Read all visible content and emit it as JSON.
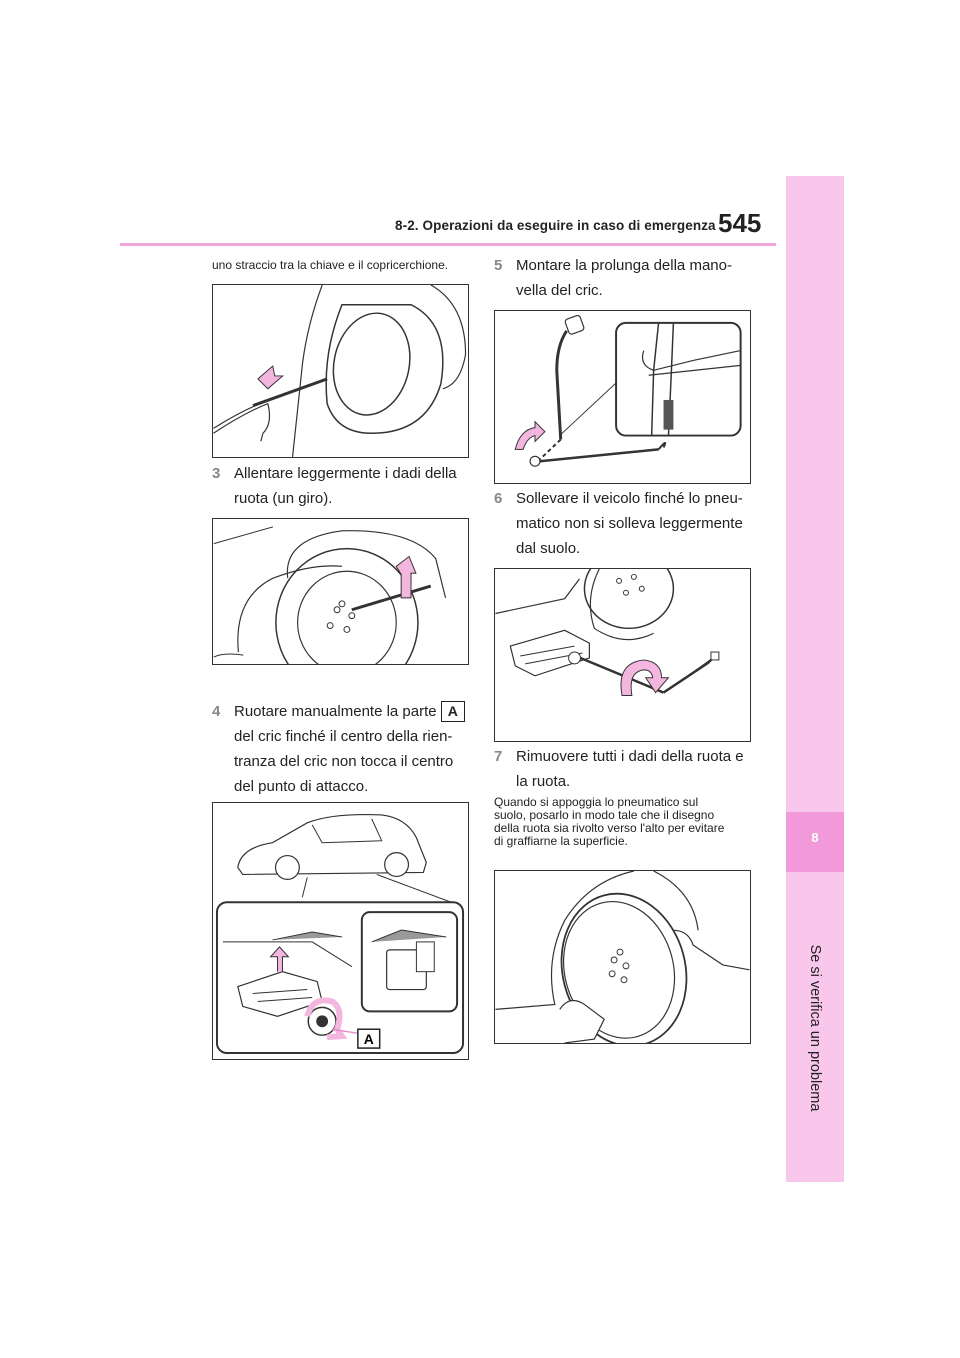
{
  "header": {
    "section_title": "8-2. Operazioni da eseguire in caso di emergenza",
    "page_number": "545"
  },
  "side_tab": {
    "chapter_number": "8",
    "chapter_title": "Se si verifica un problema"
  },
  "left_column": {
    "continuation_text": "uno straccio tra la chiave e il copricerchione.",
    "step3": {
      "number": "3",
      "lines": [
        "Allentare leggermente i dadi della",
        "ruota (un giro)."
      ]
    },
    "step4": {
      "number": "4",
      "lines": [
        "Ruotare manualmente la parte",
        "del cric finché il centro della rien-",
        "tranza del cric non tocca il centro",
        "del punto di attacco."
      ],
      "callout": "A"
    },
    "figure_callout": "A"
  },
  "right_column": {
    "step5": {
      "number": "5",
      "lines": [
        "Montare la prolunga della mano-",
        "vella del cric."
      ]
    },
    "step6": {
      "number": "6",
      "lines": [
        "Sollevare il veicolo finché lo pneu-",
        "matico non si solleva leggermente",
        "dal suolo."
      ]
    },
    "step7": {
      "number": "7",
      "lines": [
        "Rimuovere tutti i dadi della ruota e",
        "la ruota."
      ]
    },
    "note_lines": [
      "Quando si appoggia lo pneumatico sul",
      "suolo, posarlo in modo tale che il disegno",
      "della ruota sia rivolto verso l'alto per evitare",
      "di graffiarne la superficie."
    ]
  },
  "colors": {
    "accent_pink": "#f29ad9",
    "side_strip_pink": "#f9c6ec",
    "rule_pink": "#f2a6dc",
    "arrow_pink": "#f3b6df"
  }
}
